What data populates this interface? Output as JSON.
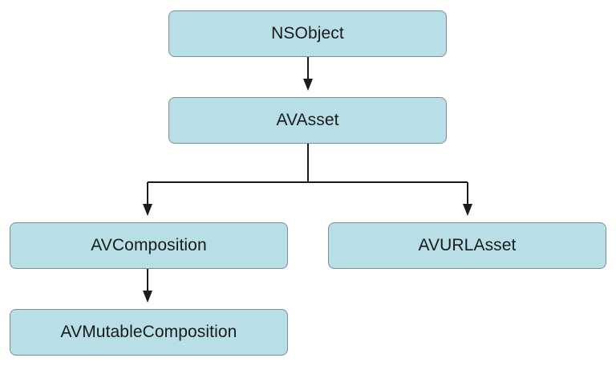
{
  "diagram": {
    "nodes": {
      "nsobject": "NSObject",
      "avasset": "AVAsset",
      "avcomposition": "AVComposition",
      "avurlasset": "AVURLAsset",
      "avmutablecomposition": "AVMutableComposition"
    },
    "edges": [
      {
        "from": "NSObject",
        "to": "AVAsset"
      },
      {
        "from": "AVAsset",
        "to": "AVComposition"
      },
      {
        "from": "AVAsset",
        "to": "AVURLAsset"
      },
      {
        "from": "AVComposition",
        "to": "AVMutableComposition"
      }
    ],
    "colors": {
      "node_fill": "#b8dfe8",
      "node_border": "#7d8c91",
      "connector": "#1a1a1a"
    }
  }
}
